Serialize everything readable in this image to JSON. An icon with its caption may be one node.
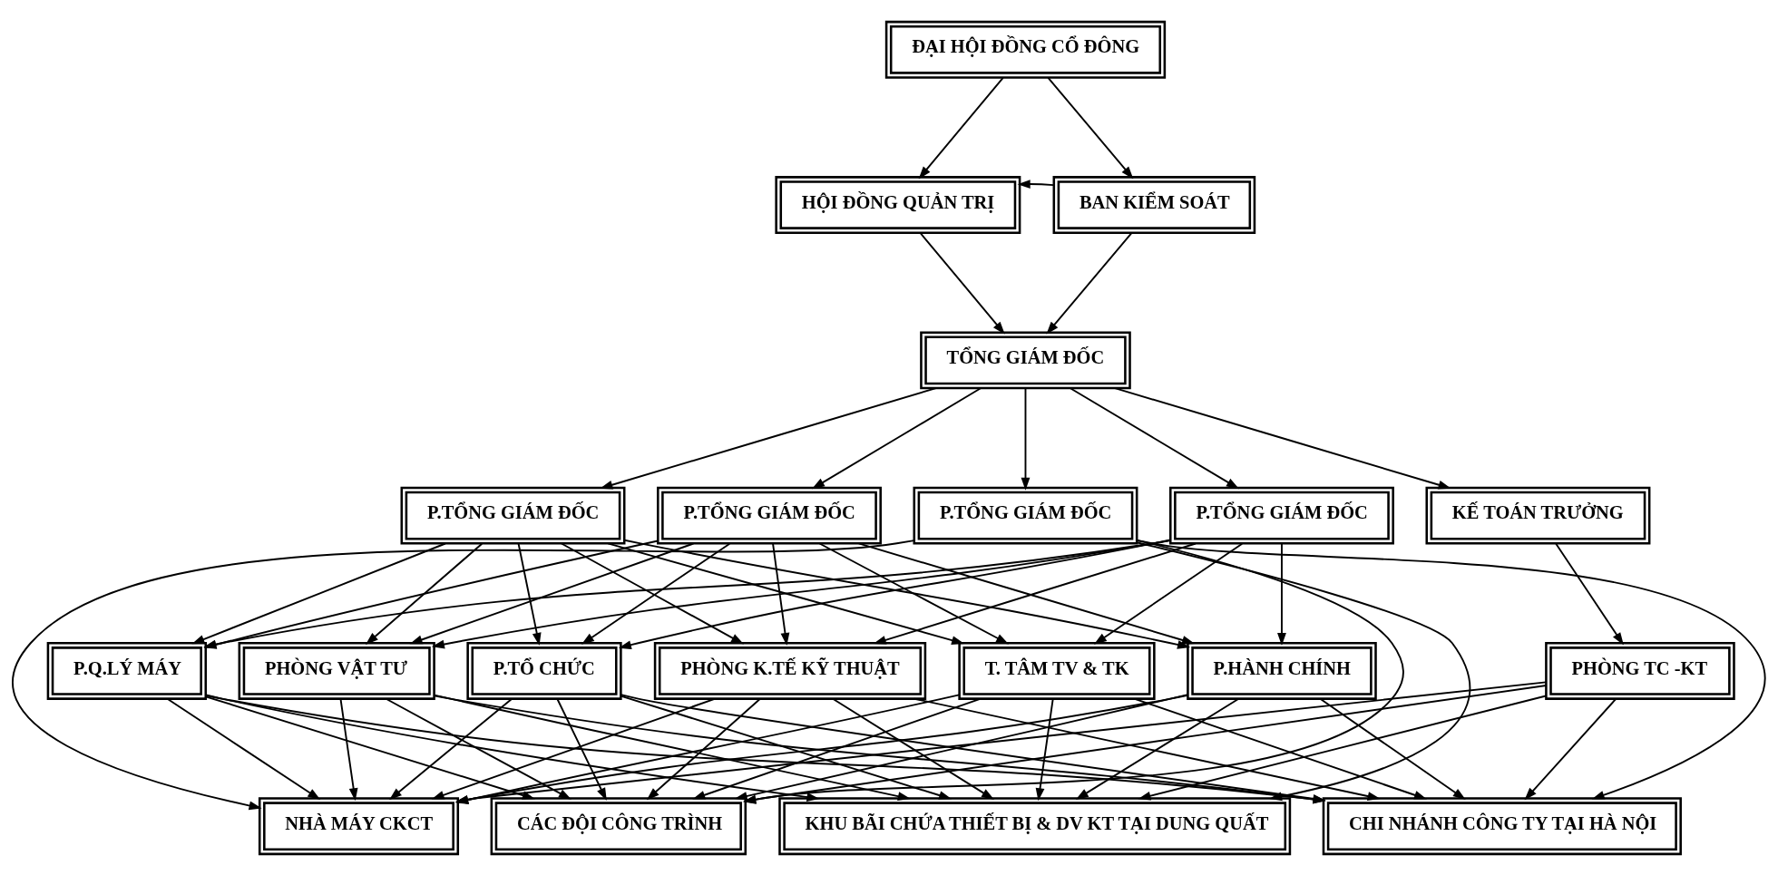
{
  "diagram": {
    "nodes": [
      {
        "text": [
          "ĐẠI HỘI ĐỒNG CỔ ĐÔNG"
        ]
      },
      {
        "text": [
          "HỘI ĐỒNG QUẢN TRỊ"
        ]
      },
      {
        "text": [
          "BAN KIỂM SOÁT"
        ]
      },
      {
        "text": [
          "TỔNG GIÁM ĐỐC"
        ]
      },
      {
        "text": [
          "P.TỔNG GIÁM ĐỐC"
        ]
      },
      {
        "text": [
          "P.TỔNG GIÁM ĐỐC"
        ]
      },
      {
        "text": [
          "P.TỔNG GIÁM ĐỐC"
        ]
      },
      {
        "text": [
          "P.TỔNG GIÁM ĐỐC"
        ]
      },
      {
        "text": [
          "KẾ TOÁN TRƯỞNG"
        ]
      },
      {
        "text": [
          "P.Q.LÝ MÁY"
        ]
      },
      {
        "text": [
          "PHÒNG VẬT TƯ"
        ]
      },
      {
        "text": [
          "P.TỔ CHỨC"
        ]
      },
      {
        "text": [
          "PHÒNG K.TẾ KỸ THUẬT"
        ]
      },
      {
        "text": [
          "T. TÂM TV & TK"
        ]
      },
      {
        "text": [
          "P.HÀNH CHÍNH"
        ]
      },
      {
        "text": [
          "PHÒNG TC -KT"
        ]
      },
      {
        "text": [
          "NHÀ MÁY CKCT"
        ]
      },
      {
        "text": [
          "CÁC ĐỘI CÔNG TRÌNH"
        ]
      },
      {
        "text": [
          "KHU BÃI CHỨA THIẾT BỊ & DV KT TẠI DUNG QUẤT"
        ]
      },
      {
        "text": [
          "CHI NHÁNH CÔNG TY TẠI HÀ NỘI"
        ]
      }
    ],
    "edges": [
      {
        "from": 0,
        "to": 1,
        "arrow": "to"
      },
      {
        "from": 0,
        "to": 2,
        "arrow": "to"
      },
      {
        "from": 2,
        "to": 1,
        "arrow": "to"
      },
      {
        "from": 1,
        "to": 3,
        "arrow": "to"
      },
      {
        "from": 2,
        "to": 3,
        "arrow": "to"
      },
      {
        "from": 3,
        "to": 4,
        "arrow": "to"
      },
      {
        "from": 3,
        "to": 5,
        "arrow": "to"
      },
      {
        "from": 3,
        "to": 6,
        "arrow": "to"
      },
      {
        "from": 3,
        "to": 7,
        "arrow": "to"
      },
      {
        "from": 3,
        "to": 8,
        "arrow": "to"
      },
      {
        "from": 4,
        "to": 9,
        "arrow": "to"
      },
      {
        "from": 4,
        "to": 10,
        "arrow": "to"
      },
      {
        "from": 4,
        "to": 11,
        "arrow": "to"
      },
      {
        "from": 4,
        "to": 12,
        "arrow": "to"
      },
      {
        "from": 4,
        "to": 13,
        "arrow": "to"
      },
      {
        "from": 4,
        "to": 14,
        "arrow": "to"
      },
      {
        "from": 5,
        "to": 9,
        "arrow": "to"
      },
      {
        "from": 5,
        "to": 10,
        "arrow": "to"
      },
      {
        "from": 5,
        "to": 11,
        "arrow": "to"
      },
      {
        "from": 5,
        "to": 12,
        "arrow": "to"
      },
      {
        "from": 5,
        "to": 13,
        "arrow": "to"
      },
      {
        "from": 5,
        "to": 14,
        "arrow": "to"
      },
      {
        "from": 7,
        "to": 9,
        "arrow": "to"
      },
      {
        "from": 7,
        "to": 10,
        "arrow": "to"
      },
      {
        "from": 7,
        "to": 11,
        "arrow": "to"
      },
      {
        "from": 7,
        "to": 12,
        "arrow": "to"
      },
      {
        "from": 7,
        "to": 13,
        "arrow": "to"
      },
      {
        "from": 7,
        "to": 14,
        "arrow": "to"
      },
      {
        "from": 8,
        "to": 15,
        "arrow": "to"
      },
      {
        "from": 6,
        "to": 16,
        "arrow": "to"
      },
      {
        "from": 6,
        "to": 17,
        "arrow": "to"
      },
      {
        "from": 6,
        "to": 18,
        "arrow": "to"
      },
      {
        "from": 6,
        "to": 19,
        "arrow": "to"
      },
      {
        "from": 9,
        "to": 16,
        "arrow": "to"
      },
      {
        "from": 9,
        "to": 17,
        "arrow": "to"
      },
      {
        "from": 9,
        "to": 18,
        "arrow": "to"
      },
      {
        "from": 9,
        "to": 19,
        "arrow": "to"
      },
      {
        "from": 10,
        "to": 16,
        "arrow": "to"
      },
      {
        "from": 10,
        "to": 17,
        "arrow": "to"
      },
      {
        "from": 10,
        "to": 18,
        "arrow": "to"
      },
      {
        "from": 10,
        "to": 19,
        "arrow": "to"
      },
      {
        "from": 11,
        "to": 16,
        "arrow": "to"
      },
      {
        "from": 11,
        "to": 17,
        "arrow": "to"
      },
      {
        "from": 11,
        "to": 18,
        "arrow": "to"
      },
      {
        "from": 11,
        "to": 19,
        "arrow": "to"
      },
      {
        "from": 12,
        "to": 16,
        "arrow": "to"
      },
      {
        "from": 12,
        "to": 17,
        "arrow": "to"
      },
      {
        "from": 12,
        "to": 18,
        "arrow": "to"
      },
      {
        "from": 12,
        "to": 19,
        "arrow": "to"
      },
      {
        "from": 13,
        "to": 16,
        "arrow": "to"
      },
      {
        "from": 13,
        "to": 17,
        "arrow": "to"
      },
      {
        "from": 13,
        "to": 18,
        "arrow": "to"
      },
      {
        "from": 13,
        "to": 19,
        "arrow": "to"
      },
      {
        "from": 14,
        "to": 16,
        "arrow": "to"
      },
      {
        "from": 14,
        "to": 17,
        "arrow": "to"
      },
      {
        "from": 14,
        "to": 18,
        "arrow": "to"
      },
      {
        "from": 14,
        "to": 19,
        "arrow": "to"
      },
      {
        "from": 15,
        "to": 16,
        "arrow": "to"
      },
      {
        "from": 15,
        "to": 17,
        "arrow": "to"
      },
      {
        "from": 15,
        "to": 18,
        "arrow": "to"
      },
      {
        "from": 15,
        "to": 19,
        "arrow": "to"
      }
    ]
  }
}
